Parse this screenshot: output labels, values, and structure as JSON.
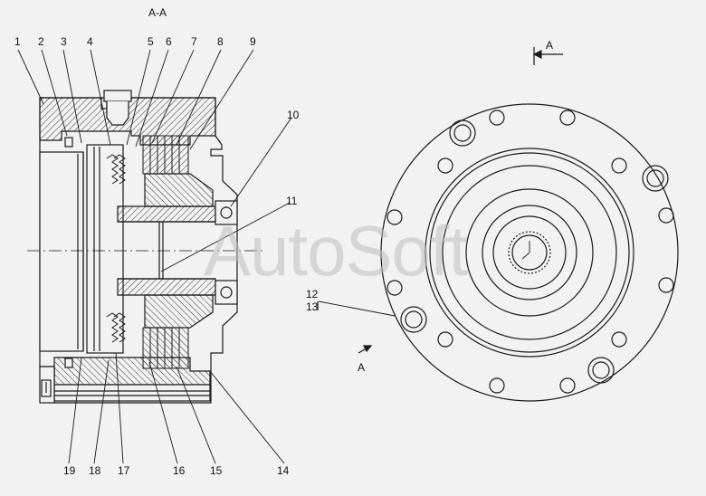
{
  "section_title": "A-A",
  "view_mark": "A",
  "watermark": "AutoSoft",
  "top_labels": [
    "1",
    "2",
    "3",
    "4",
    "5",
    "6",
    "7",
    "8",
    "9"
  ],
  "right_labels": [
    "10",
    "11"
  ],
  "fastener_labels": [
    "12",
    "13"
  ],
  "bottom_labels": [
    "19",
    "18",
    "17",
    "16",
    "15",
    "14"
  ],
  "colors": {
    "line": "#1a1a1a",
    "paper": "#f2f2f2",
    "hatch": "#333333"
  }
}
